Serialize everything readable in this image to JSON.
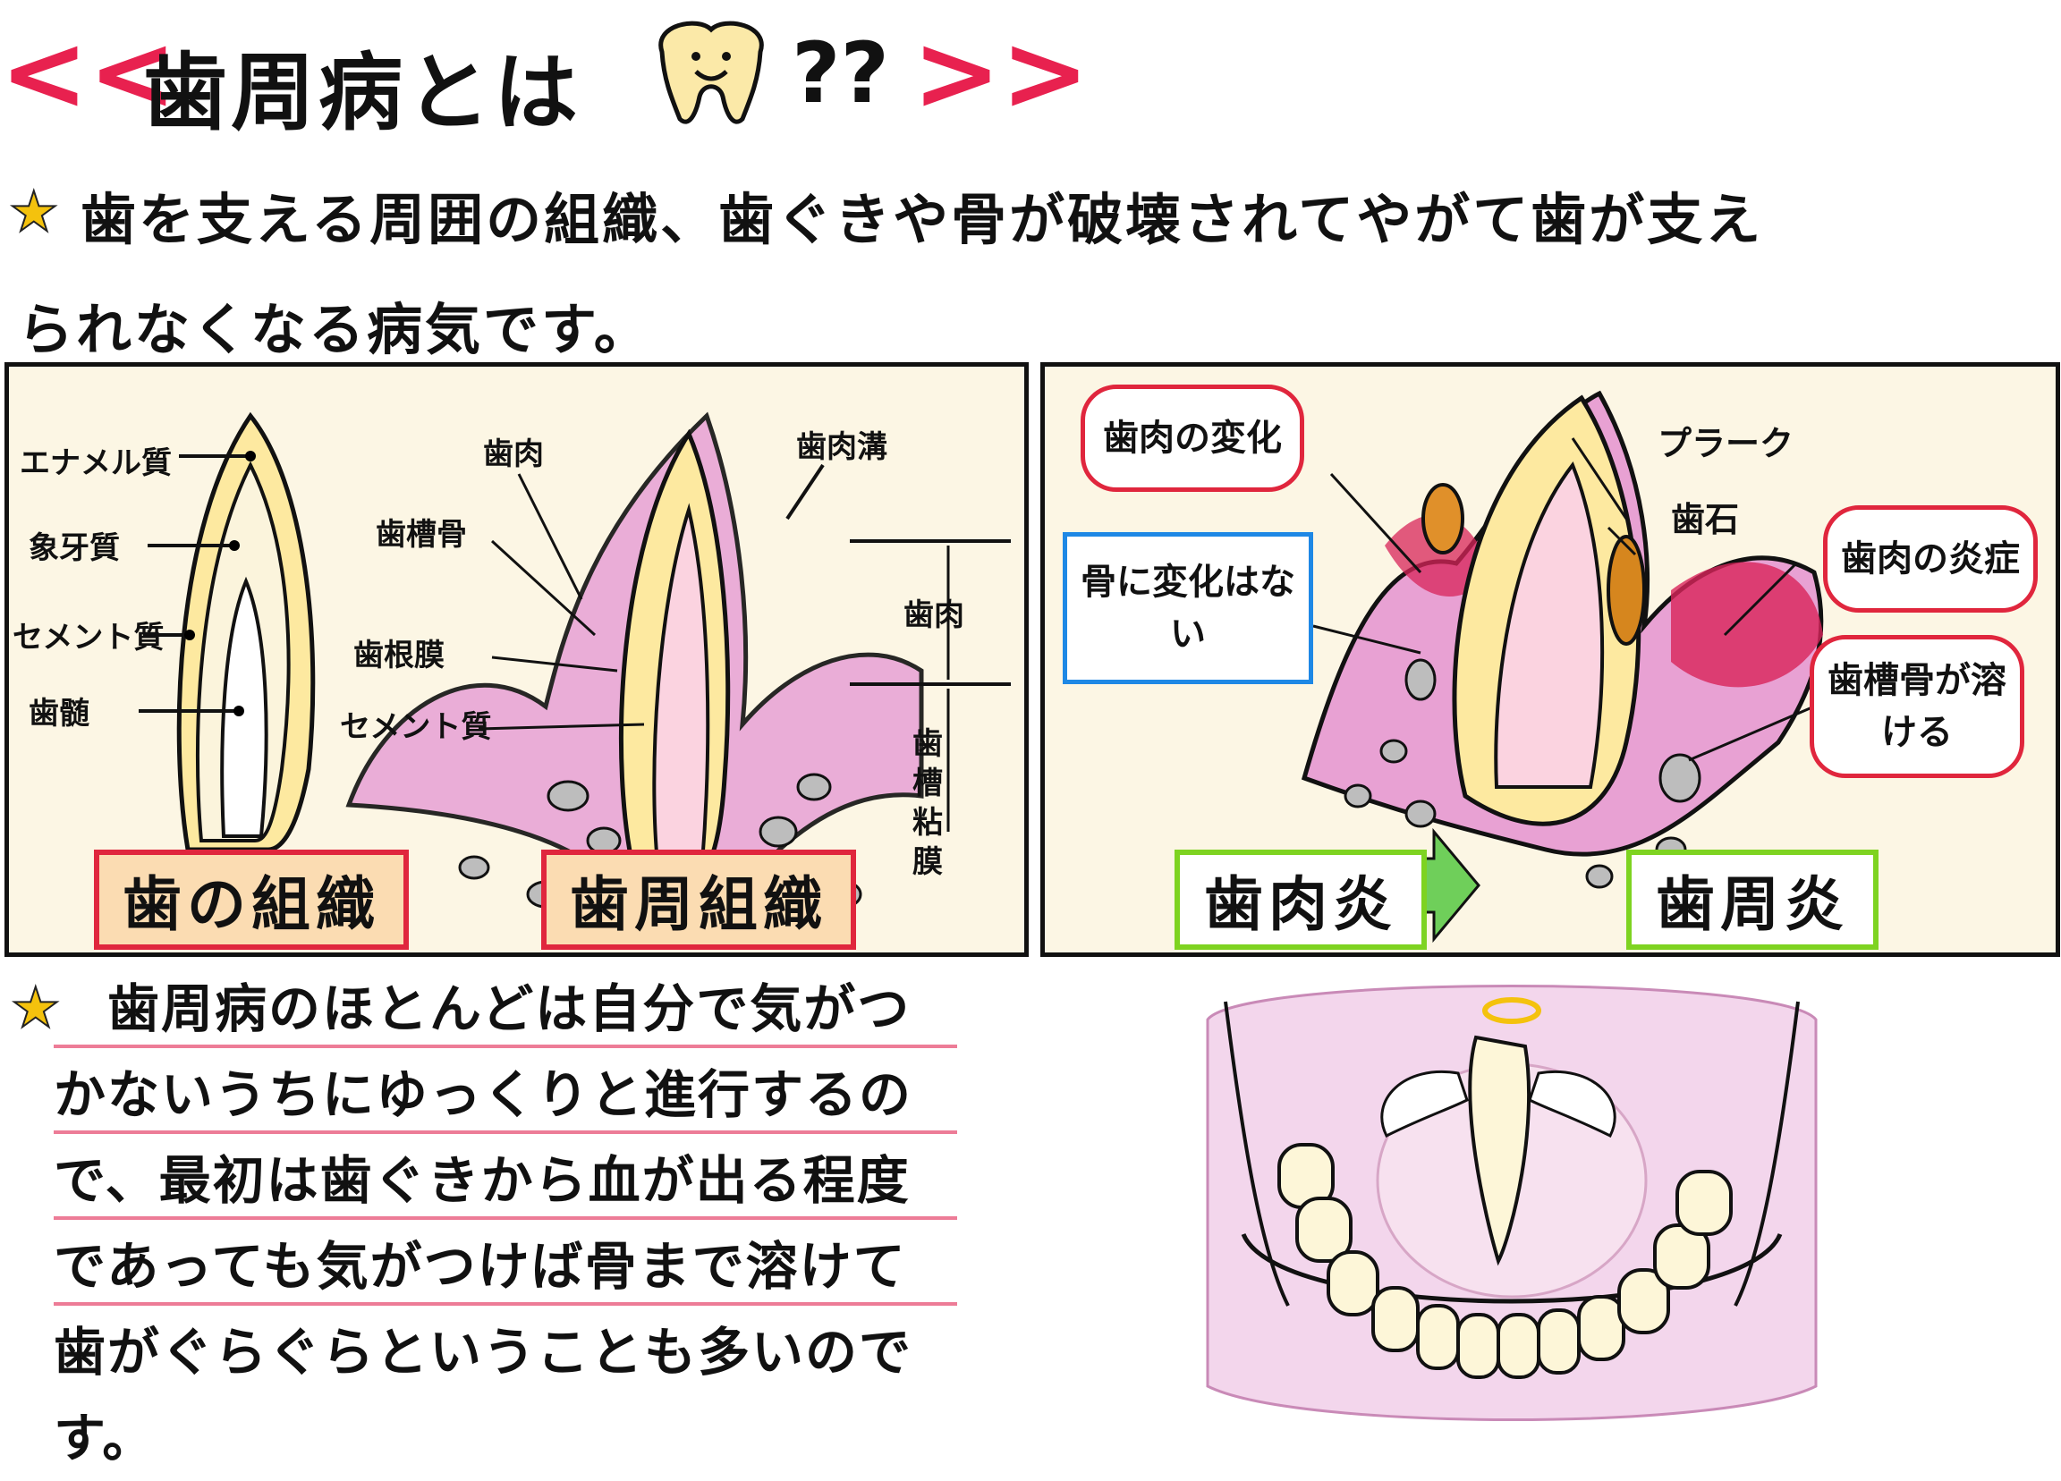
{
  "header": {
    "title": "歯周病とは",
    "suffix": "??",
    "left_chevrons": "<<",
    "right_chevrons": ">>"
  },
  "intro": {
    "line1": "歯を支える周囲の組織、歯ぐきや骨が破壊されてやがて歯が支え",
    "line2": "られなくなる病気です。"
  },
  "left_panel": {
    "labels": {
      "enamel": "エナメル質",
      "dentin": "象牙質",
      "cementum": "セメント質",
      "pulp": "歯髄",
      "gum": "歯肉",
      "alveolar_bone": "歯槽骨",
      "pdl": "歯根膜",
      "cementum2": "セメント質",
      "sulcus": "歯肉溝",
      "gum_range": "歯肉",
      "alveolar_mucosa": "歯槽粘膜"
    },
    "box_tooth": "歯の組織",
    "box_perio": "歯周組織"
  },
  "right_panel": {
    "callout_gum_change": "歯肉の変化",
    "callout_no_bone_change": "骨に変化はない",
    "label_plaque": "プラーク",
    "label_calculus": "歯石",
    "callout_inflammation": "歯肉の炎症",
    "callout_bone_melts": "歯槽骨が溶ける",
    "box_gingivitis": "歯肉炎",
    "box_periodontitis": "歯周炎"
  },
  "bottom": {
    "text": "歯周病のほとんどは自分で気がつかないうちにゆっくりと進行するので、最初は歯ぐきから血が出る程度であっても気がつけば骨まで溶けて歯がぐらぐらということも多いのです。"
  },
  "colors": {
    "accent": "#e8214f",
    "star": "#f4c20d",
    "panel_bg": "#fcf6e4",
    "gum_pink": "#e9a6d6",
    "inflamed": "#d8245a",
    "arrow_green": "#6fcf5a"
  }
}
